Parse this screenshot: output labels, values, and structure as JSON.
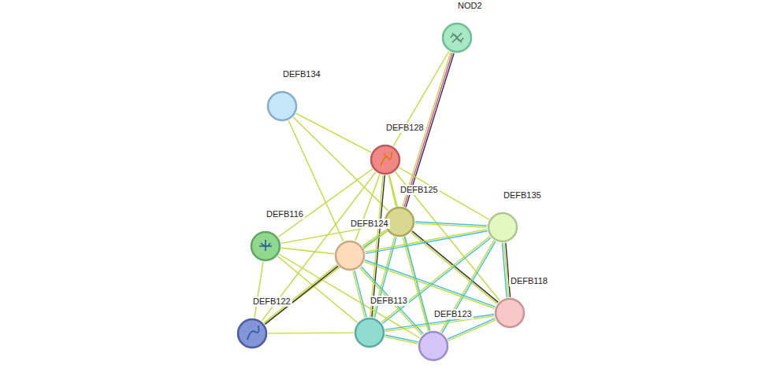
{
  "diagram": {
    "nodes": [
      {
        "text": [
          "NOD2"
        ]
      },
      {
        "text": [
          "DEFB134"
        ]
      },
      {
        "text": [
          "DEFB128"
        ]
      },
      {
        "text": [
          "DEFB125"
        ]
      },
      {
        "text": [
          "DEFB135"
        ]
      },
      {
        "text": [
          "DEFB116"
        ]
      },
      {
        "text": [
          "DEFB124"
        ]
      },
      {
        "text": [
          "DEFB118"
        ]
      },
      {
        "text": [
          "DEFB122"
        ]
      },
      {
        "text": [
          "DEFB113"
        ]
      },
      {
        "text": [
          "DEFB123"
        ]
      }
    ],
    "edges": [
      {
        "from": 0,
        "to": 3,
        "arrow": "none"
      },
      {
        "from": 0,
        "to": 2,
        "arrow": "none"
      },
      {
        "from": 1,
        "to": 2,
        "arrow": "none"
      },
      {
        "from": 1,
        "to": 3,
        "arrow": "none"
      },
      {
        "from": 1,
        "to": 6,
        "arrow": "none"
      },
      {
        "from": 2,
        "to": 3,
        "arrow": "none"
      },
      {
        "from": 2,
        "to": 4,
        "arrow": "none"
      },
      {
        "from": 2,
        "to": 5,
        "arrow": "none"
      },
      {
        "from": 2,
        "to": 6,
        "arrow": "none"
      },
      {
        "from": 2,
        "to": 9,
        "arrow": "none"
      },
      {
        "from": 2,
        "to": 8,
        "arrow": "none"
      },
      {
        "from": 2,
        "to": 10,
        "arrow": "none"
      },
      {
        "from": 2,
        "to": 7,
        "arrow": "none"
      },
      {
        "from": 3,
        "to": 4,
        "arrow": "none"
      },
      {
        "from": 3,
        "to": 7,
        "arrow": "none"
      },
      {
        "from": 3,
        "to": 9,
        "arrow": "none"
      },
      {
        "from": 3,
        "to": 10,
        "arrow": "none"
      },
      {
        "from": 3,
        "to": 5,
        "arrow": "none"
      },
      {
        "from": 3,
        "to": 6,
        "arrow": "none"
      },
      {
        "from": 3,
        "to": 8,
        "arrow": "none"
      },
      {
        "from": 4,
        "to": 6,
        "arrow": "none"
      },
      {
        "from": 4,
        "to": 7,
        "arrow": "none"
      },
      {
        "from": 4,
        "to": 9,
        "arrow": "none"
      },
      {
        "from": 4,
        "to": 10,
        "arrow": "none"
      },
      {
        "from": 5,
        "to": 6,
        "arrow": "none"
      },
      {
        "from": 5,
        "to": 8,
        "arrow": "none"
      },
      {
        "from": 5,
        "to": 9,
        "arrow": "none"
      },
      {
        "from": 5,
        "to": 10,
        "arrow": "none"
      },
      {
        "from": 6,
        "to": 8,
        "arrow": "none"
      },
      {
        "from": 6,
        "to": 9,
        "arrow": "none"
      },
      {
        "from": 6,
        "to": 10,
        "arrow": "none"
      },
      {
        "from": 6,
        "to": 7,
        "arrow": "none"
      },
      {
        "from": 8,
        "to": 9,
        "arrow": "none"
      },
      {
        "from": 9,
        "to": 10,
        "arrow": "none"
      },
      {
        "from": 9,
        "to": 7,
        "arrow": "none"
      },
      {
        "from": 10,
        "to": 7,
        "arrow": "none"
      }
    ]
  }
}
